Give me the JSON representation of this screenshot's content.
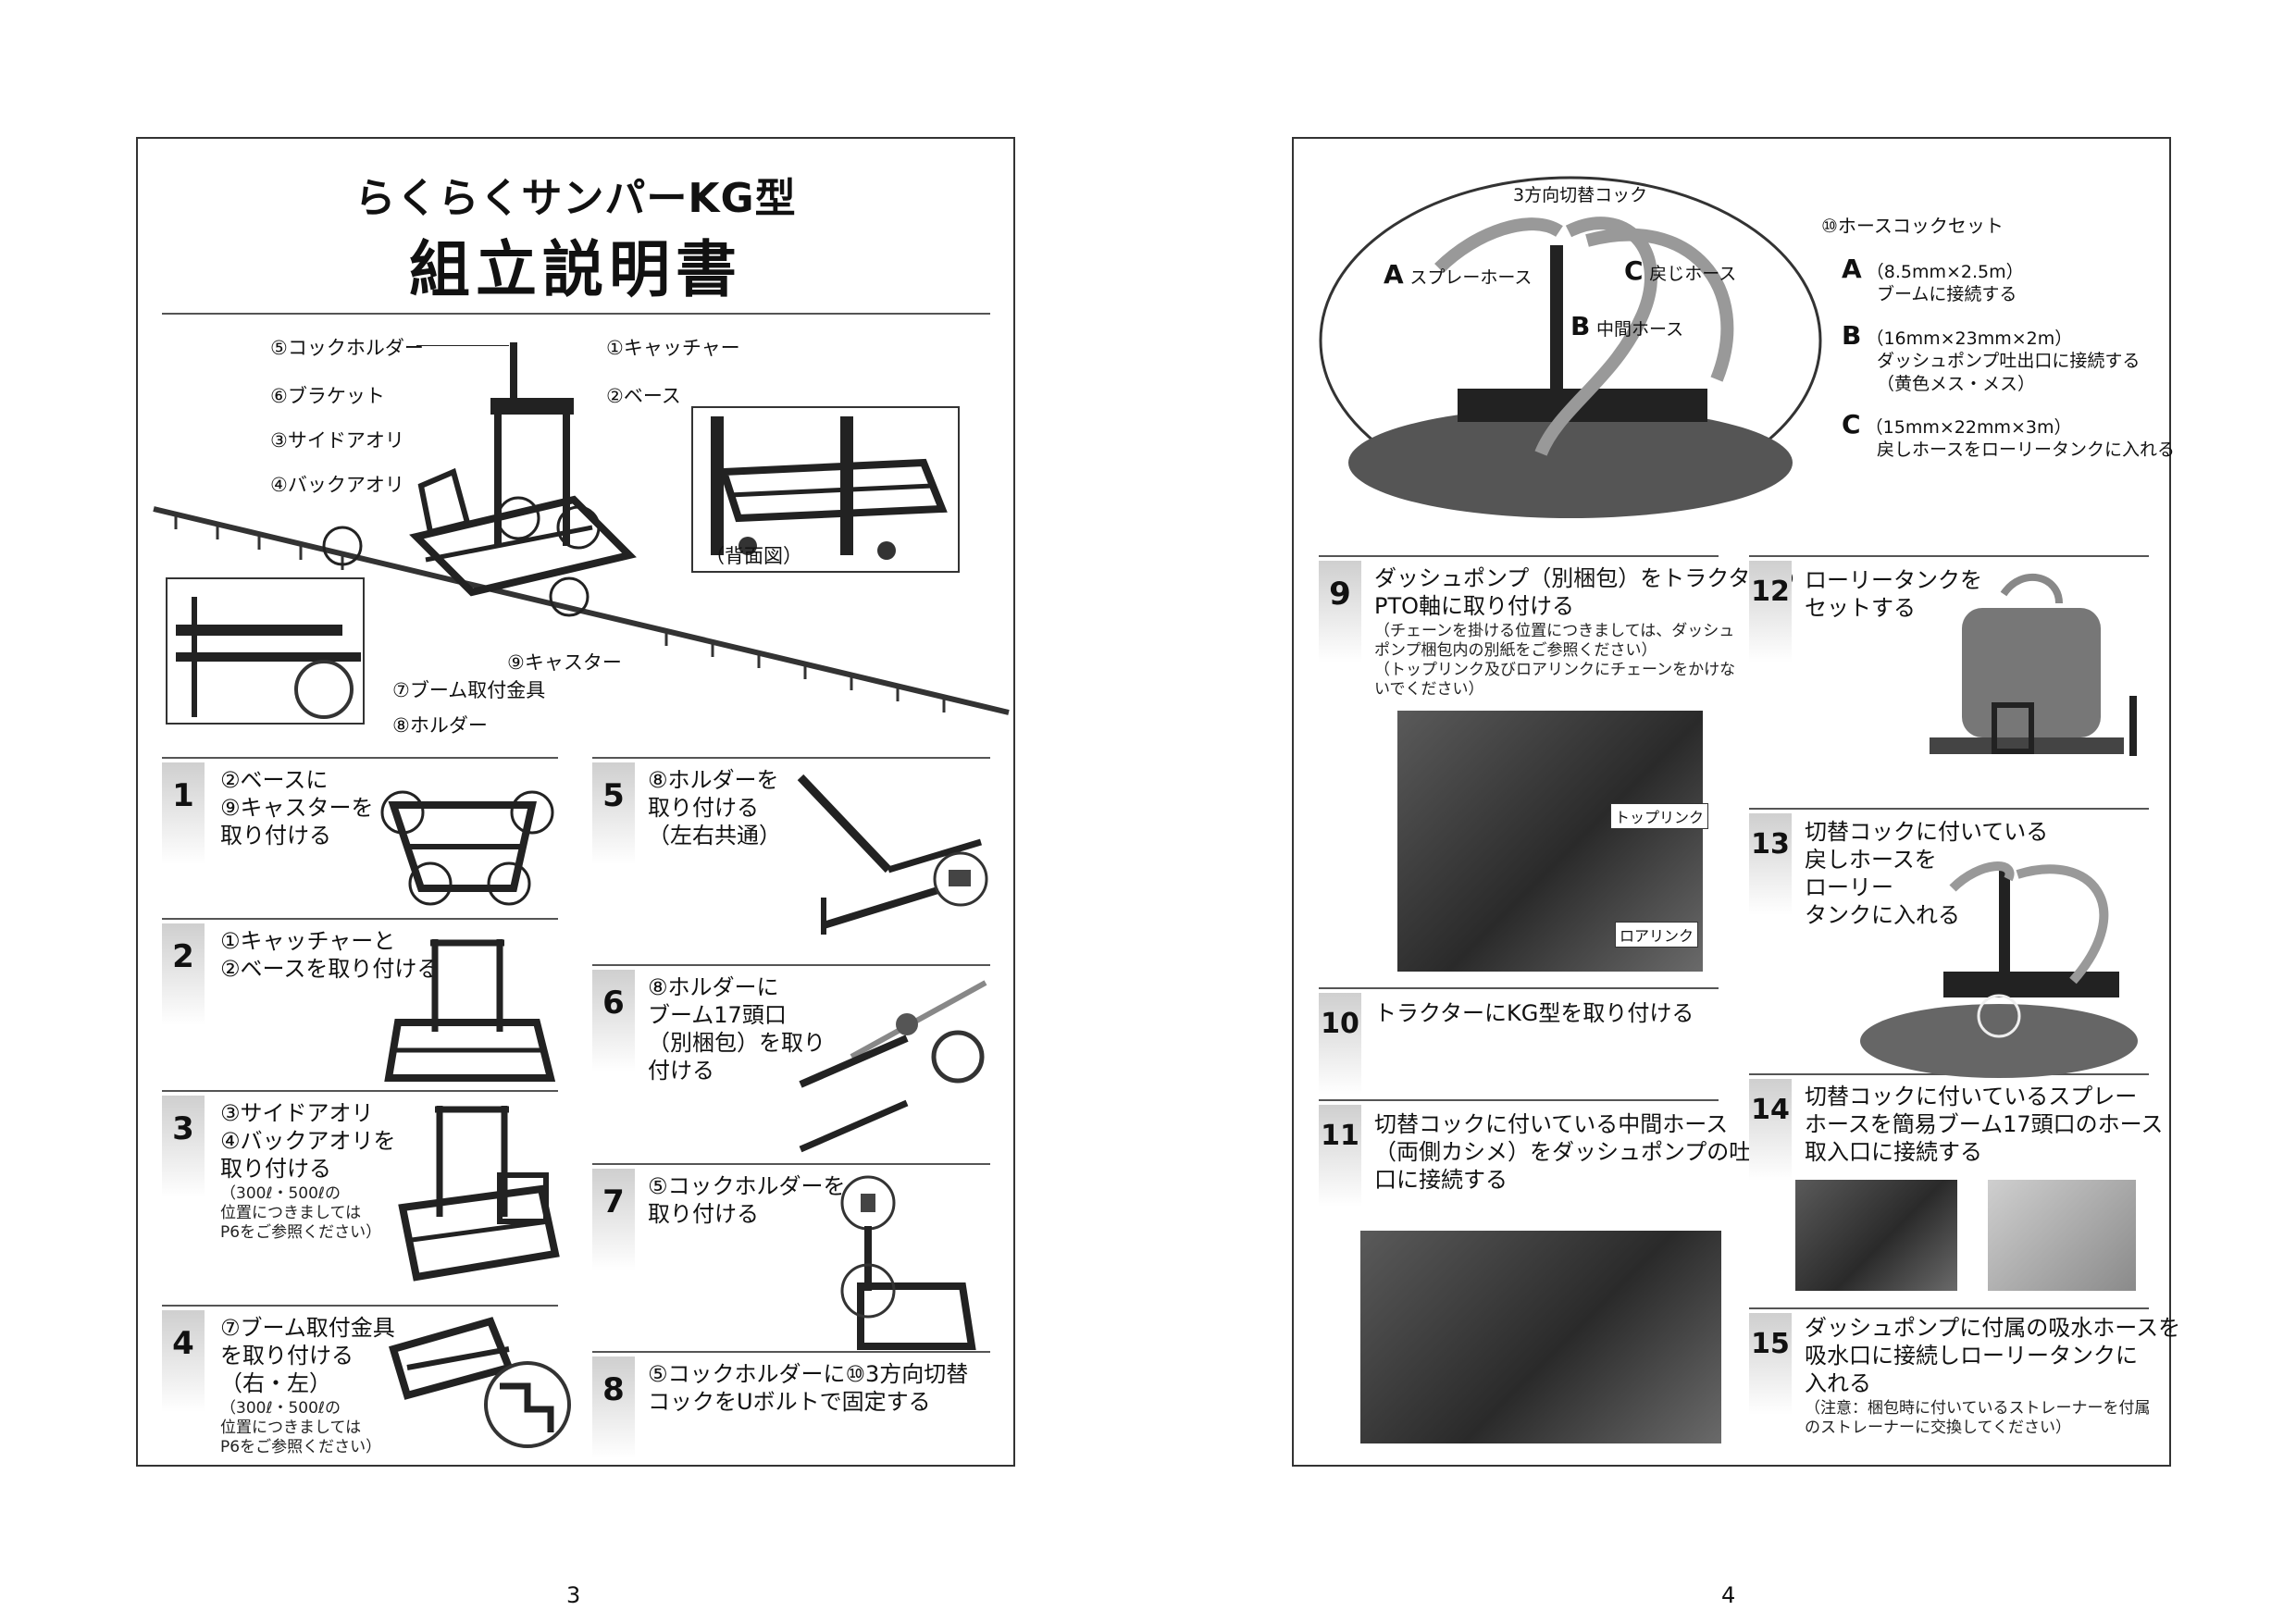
{
  "left_page": {
    "title_line1": "らくらくサンパーKG型",
    "title_line2": "組立説明書",
    "page_number": "3",
    "parts": {
      "cock_holder": "⑤コックホルダー",
      "catcher": "①キャッチャー",
      "bracket": "⑥ブラケット",
      "base": "②ベース",
      "side_aori": "③サイドアオリ",
      "back_aori": "④バックアオリ",
      "back_view": "（背面図）",
      "caster": "⑨キャスター",
      "boom_fitting": "⑦ブーム取付金具",
      "holder": "⑧ホルダー"
    },
    "steps": [
      {
        "num": "1",
        "text": "②ベースに\n⑨キャスターを\n取り付ける",
        "note": ""
      },
      {
        "num": "2",
        "text": "①キャッチャーと\n②ベースを取り付ける",
        "note": ""
      },
      {
        "num": "3",
        "text": "③サイドアオリ\n④バックアオリを\n取り付ける",
        "note": "（300ℓ・500ℓの\n位置につきましては\nP6をご参照ください）"
      },
      {
        "num": "4",
        "text": "⑦ブーム取付金具\nを取り付ける\n（右・左）",
        "note": "（300ℓ・500ℓの\n位置につきましては\nP6をご参照ください）"
      },
      {
        "num": "5",
        "text": "⑧ホルダーを\n取り付ける\n（左右共通）",
        "note": ""
      },
      {
        "num": "6",
        "text": "⑧ホルダーに\nブーム17頭口\n（別梱包）を取り\n付ける",
        "note": ""
      },
      {
        "num": "7",
        "text": "⑤コックホルダーを\n取り付ける",
        "note": ""
      },
      {
        "num": "8",
        "text": "⑤コックホルダーに⑩3方向切替\nコックをUボルトで固定する",
        "note": ""
      }
    ]
  },
  "right_page": {
    "page_number": "4",
    "diagram": {
      "cock_label": "3方向切替コック",
      "a_letter": "A",
      "a_label": "スプレーホース",
      "b_letter": "B",
      "b_label": "中間ホース",
      "c_letter": "C",
      "c_label": "戻じホース"
    },
    "hose_set": {
      "title": "⑩ホースコックセット",
      "items": [
        {
          "letter": "A",
          "spec": "（8.5mm×2.5m）",
          "desc": "ブームに接続する"
        },
        {
          "letter": "B",
          "spec": "（16mm×23mm×2m）",
          "desc": "ダッシュポンプ吐出口に接続する\n（黄色メス・メス）"
        },
        {
          "letter": "C",
          "spec": "（15mm×22mm×3m）",
          "desc": "戻しホースをローリータンクに入れる"
        }
      ]
    },
    "steps": [
      {
        "num": "9",
        "text": "ダッシュポンプ（別梱包）をトラクターの\nPTO軸に取り付ける",
        "note": "（チェーンを掛ける位置につきましては、ダッシュ\nポンプ梱包内の別紙をご参照ください）\n（トップリンク及びロアリンクにチェーンをかけな\nいでください）"
      },
      {
        "num": "10",
        "text": "トラクターにKG型を取り付ける",
        "note": ""
      },
      {
        "num": "11",
        "text": "切替コックに付いている中間ホース\n（両側カシメ）をダッシュポンプの吐出\n口に接続する",
        "note": ""
      },
      {
        "num": "12",
        "text": "ローリータンクを\nセットする",
        "note": ""
      },
      {
        "num": "13",
        "text": "切替コックに付いている\n戻しホースを\nローリー\nタンクに入れる",
        "note": ""
      },
      {
        "num": "14",
        "text": "切替コックに付いているスプレー\nホースを簡易ブーム17頭口のホース\n取入口に接続する",
        "note": ""
      },
      {
        "num": "15",
        "text": "ダッシュポンプに付属の吸水ホースを\n吸水口に接続しローリータンクに\n入れる",
        "note": "（注意：梱包時に付いているストレーナーを付属\nのストレーナーに交換してください）"
      }
    ],
    "tags": {
      "top_link": "トップリンク",
      "lower_link": "ロアリンク"
    }
  }
}
